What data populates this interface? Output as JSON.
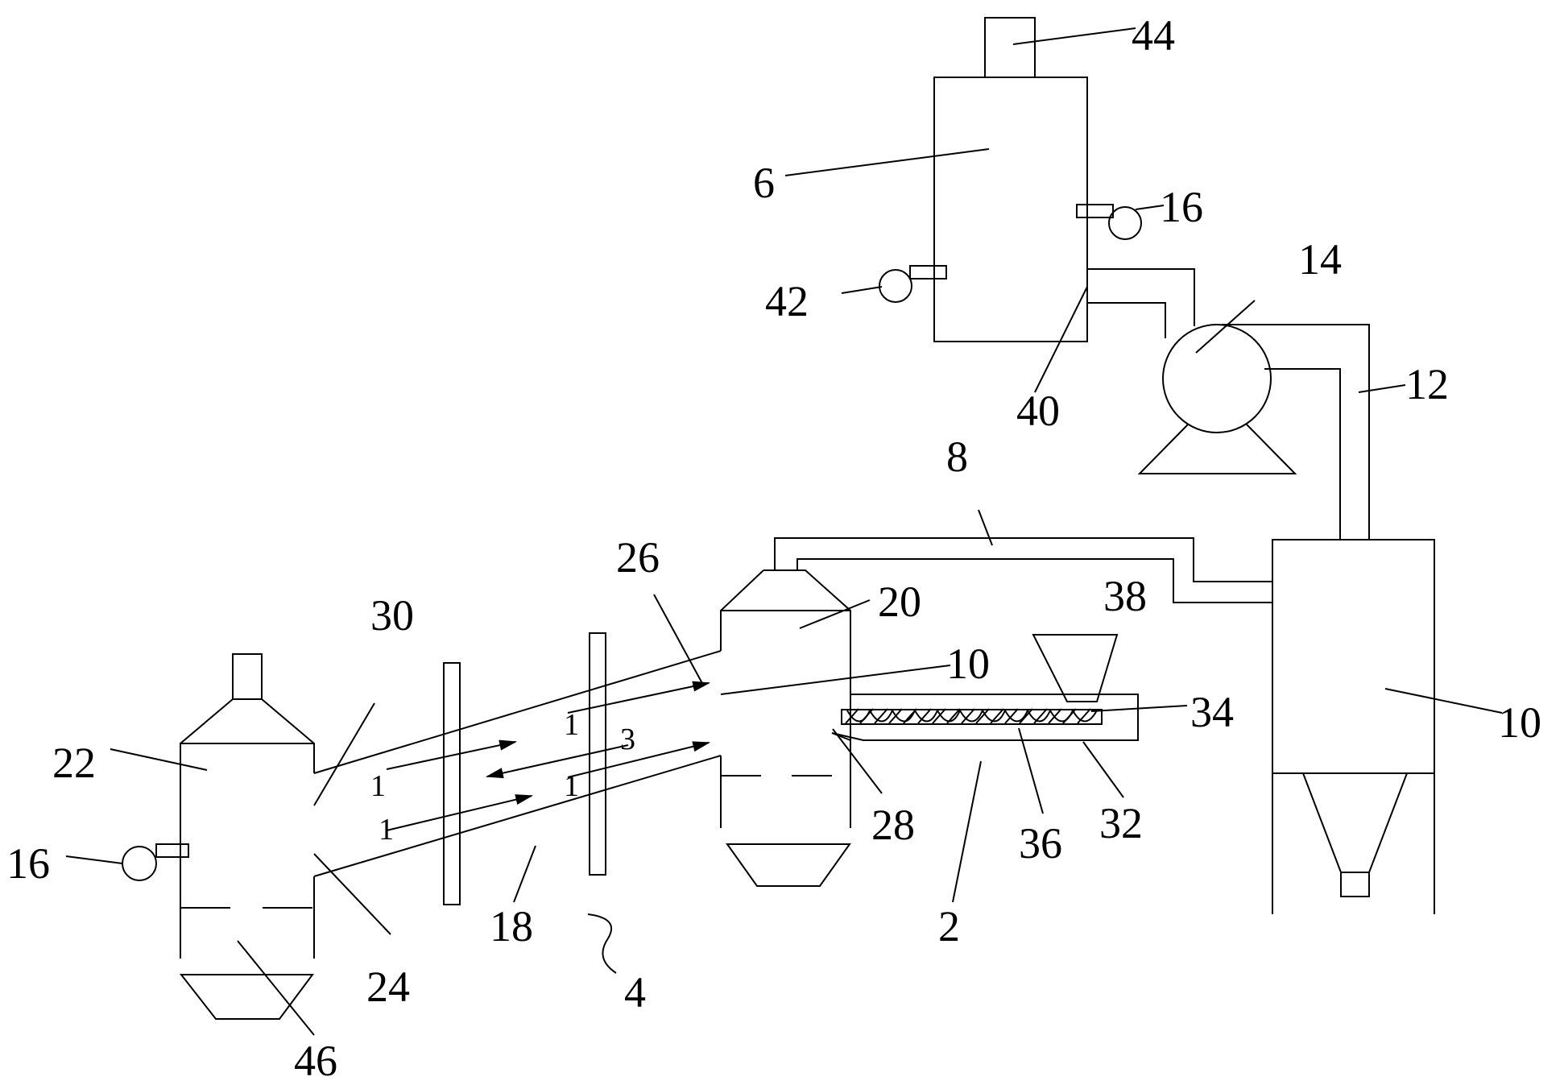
{
  "labels": {
    "l2": "2",
    "l4": "4",
    "l6": "6",
    "l8": "8",
    "l10a": "10",
    "l10b": "10",
    "l12": "12",
    "l14": "14",
    "l16a": "16",
    "l16b": "16",
    "l18": "18",
    "l20": "20",
    "l22": "22",
    "l24": "24",
    "l26": "26",
    "l28": "28",
    "l30": "30",
    "l32": "32",
    "l34": "34",
    "l36": "36",
    "l38": "38",
    "l40": "40",
    "l42": "42",
    "l44": "44",
    "l46": "46"
  },
  "arrow_labels": {
    "a1": "1",
    "a2": "1",
    "a3": "1",
    "a4": "1",
    "a5": "3"
  },
  "colors": {
    "line": "#000000",
    "background": "#ffffff"
  }
}
